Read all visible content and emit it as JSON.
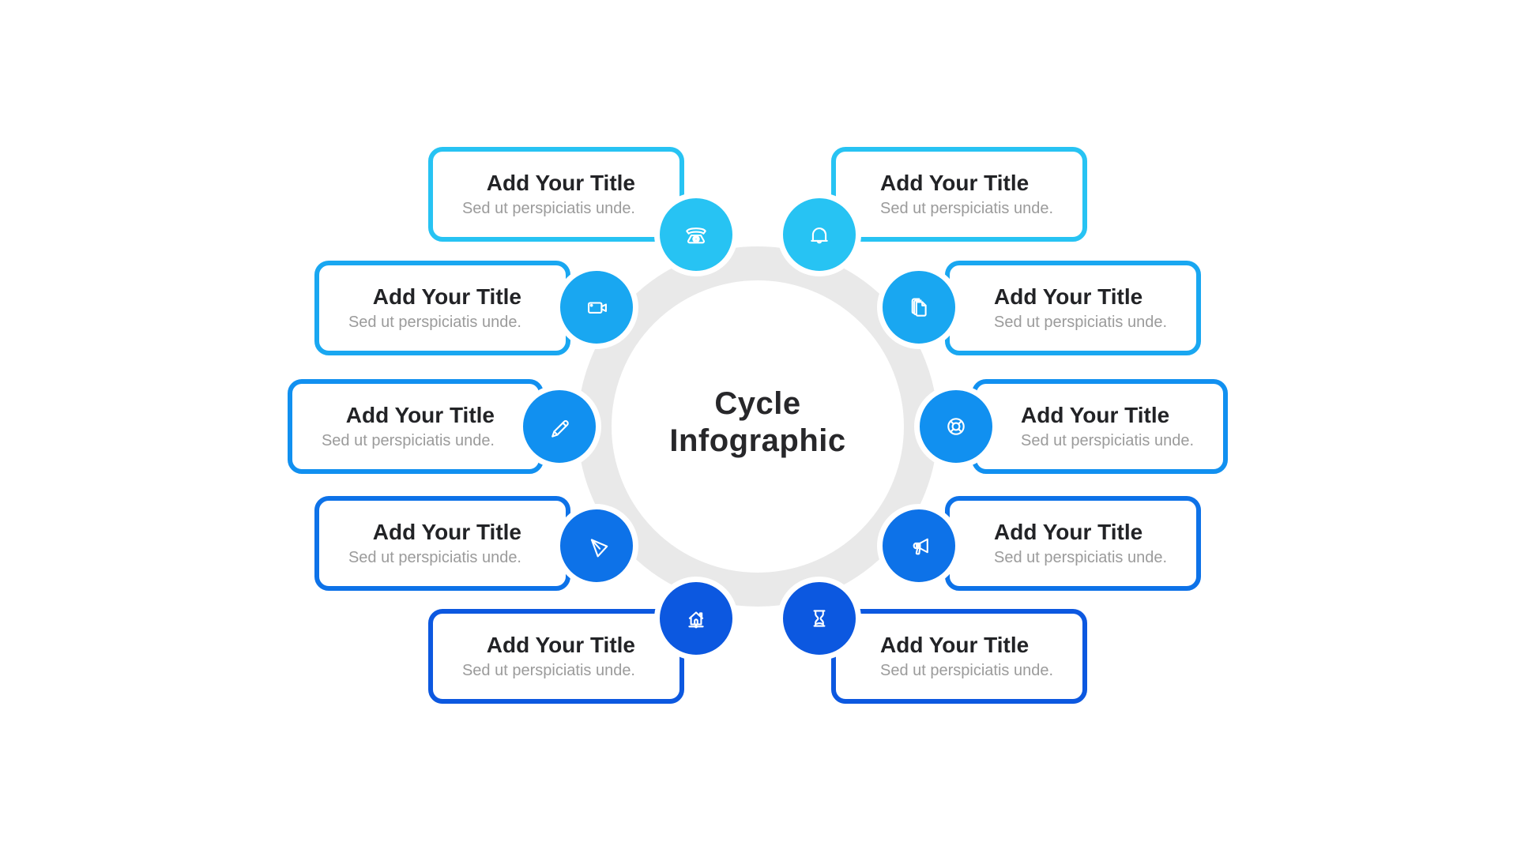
{
  "center": {
    "title_line1": "Cycle",
    "title_line2": "Infographic"
  },
  "ring_color": "#e9e9e9",
  "title_color": "#222326",
  "subtitle_color": "#9b9b9b",
  "items": [
    {
      "position": "top-left",
      "icon": "phone-icon",
      "title": "Add Your Title",
      "subtitle": "Sed ut perspiciatis unde.",
      "color": "#27C3F3"
    },
    {
      "position": "top-right",
      "icon": "bell-icon",
      "title": "Add Your Title",
      "subtitle": "Sed ut perspiciatis unde.",
      "color": "#27C3F3"
    },
    {
      "position": "upper-left",
      "icon": "video-camera-icon",
      "title": "Add Your Title",
      "subtitle": "Sed ut perspiciatis unde.",
      "color": "#19A7F1"
    },
    {
      "position": "upper-right",
      "icon": "documents-icon",
      "title": "Add Your Title",
      "subtitle": "Sed ut perspiciatis unde.",
      "color": "#19A7F1"
    },
    {
      "position": "middle-left",
      "icon": "pencil-icon",
      "title": "Add Your Title",
      "subtitle": "Sed ut perspiciatis unde.",
      "color": "#1190F0"
    },
    {
      "position": "middle-right",
      "icon": "lifebuoy-icon",
      "title": "Add Your Title",
      "subtitle": "Sed ut perspiciatis unde.",
      "color": "#1190F0"
    },
    {
      "position": "lower-left",
      "icon": "paper-plane-icon",
      "title": "Add Your Title",
      "subtitle": "Sed ut perspiciatis unde.",
      "color": "#0D72E8"
    },
    {
      "position": "lower-right",
      "icon": "megaphone-icon",
      "title": "Add Your Title",
      "subtitle": "Sed ut perspiciatis unde.",
      "color": "#0D72E8"
    },
    {
      "position": "bottom-left",
      "icon": "home-icon",
      "title": "Add Your Title",
      "subtitle": "Sed ut perspiciatis unde.",
      "color": "#0C58E0"
    },
    {
      "position": "bottom-right",
      "icon": "hourglass-icon",
      "title": "Add Your Title",
      "subtitle": "Sed ut perspiciatis unde.",
      "color": "#0C58E0"
    }
  ]
}
